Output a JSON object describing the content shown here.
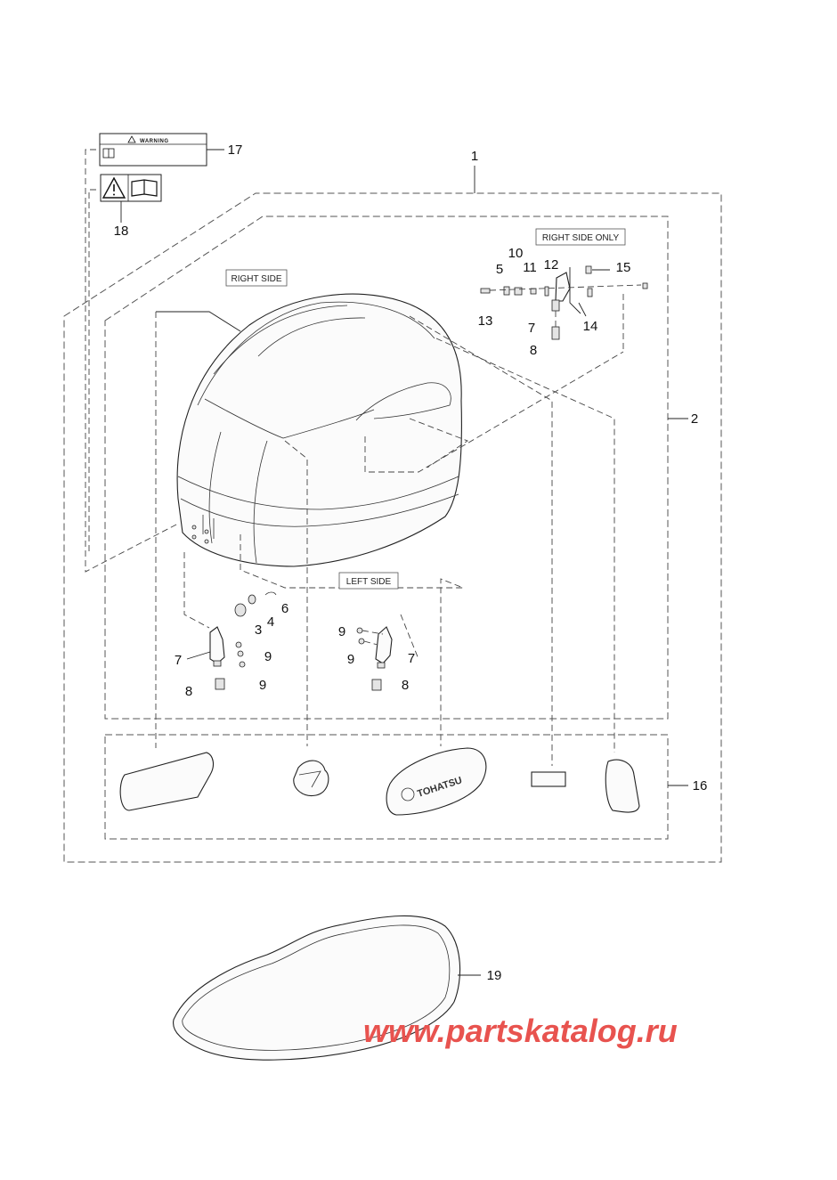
{
  "labels": {
    "p1": "1",
    "p2": "2",
    "p3": "3",
    "p4": "4",
    "p5": "5",
    "p6": "6",
    "p7a": "7",
    "p7b": "7",
    "p7c": "7",
    "p8a": "8",
    "p8b": "8",
    "p8c": "8",
    "p9a": "9",
    "p9b": "9",
    "p9c": "9",
    "p9d": "9",
    "p10": "10",
    "p11": "11",
    "p12": "12",
    "p13": "13",
    "p14": "14",
    "p15": "15",
    "p16": "16",
    "p17": "17",
    "p18": "18",
    "p19": "19"
  },
  "callouts": {
    "right_side": "RIGHT SIDE",
    "left_side": "LEFT SIDE",
    "right_side_only": "RIGHT SIDE ONLY"
  },
  "warning_label": {
    "text": "WARNING"
  },
  "badge_text": "TOHATSU",
  "watermark": "www.partskatalog.ru",
  "colors": {
    "watermark": "#e8534f",
    "lines": "#222222"
  }
}
